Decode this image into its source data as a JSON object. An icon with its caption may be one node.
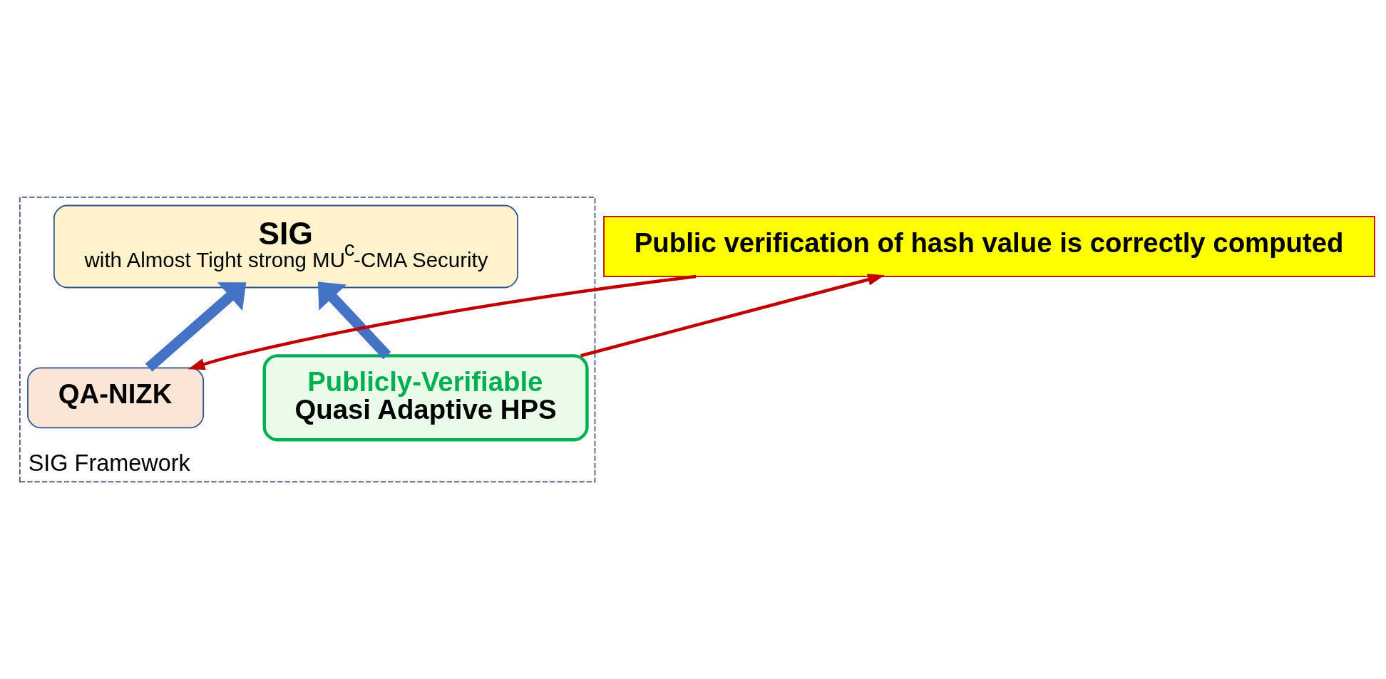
{
  "diagram": {
    "nodes": [
      {
        "text": [
          "SIG Framework"
        ]
      },
      {
        "text": [
          "SIG",
          "with Almost Tight strong MU$^{c}$-CMA Security"
        ],
        "in": 0
      },
      {
        "text": [
          "Publicly-Verifiable",
          "Quasi Adaptive HPS"
        ],
        "in": 0
      },
      {
        "text": [
          "QA-NIZK"
        ],
        "in": 0
      },
      {
        "text": [
          "Public verification of hash value is correctly computed"
        ]
      }
    ],
    "edges": [
      {
        "from": 2,
        "to": 1,
        "arrow": "to",
        "style": "thick",
        "color": "#4472c4"
      },
      {
        "from": 3,
        "to": 1,
        "arrow": "to",
        "style": "thick",
        "color": "#4472c4"
      },
      {
        "from": 2,
        "to": 4,
        "arrow": "to",
        "color": "#c00000"
      },
      {
        "from": 4,
        "to": 3,
        "arrow": "to",
        "color": "#c00000"
      }
    ]
  }
}
